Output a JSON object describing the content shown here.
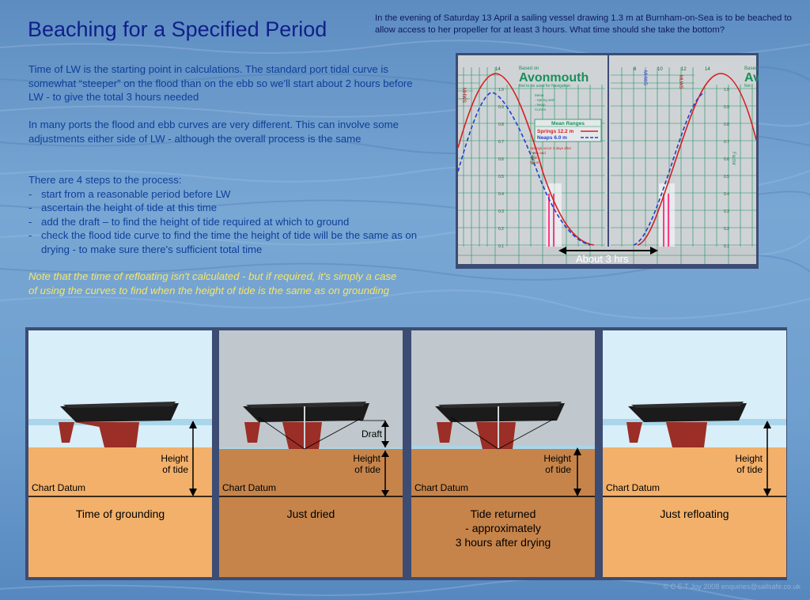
{
  "title": "Beaching for a Specified Period",
  "question": "In the evening of Saturday 13 April a sailing  vessel drawing 1.3 m at Burnham-on-Sea is to be beached to allow access to her propeller for at least 3 hours.   What time should she take the bottom?",
  "intro": [
    "Time of LW is the starting point in calculations.  The standard port tidal curve is  somewhat “steeper” on the flood than on the ebb so we'll start about 2 hours before LW - to give the total 3 hours needed",
    "In many ports the flood and ebb curves are very different.  This can involve some adjustments either side of LW - although the overall process is the same"
  ],
  "steps_heading": "There are 4 steps to the process:",
  "steps": [
    "start from a reasonable period before LW",
    "ascertain the height of tide at this time",
    "add the draft – to find the height of tide required at which to ground",
    "check the flood tide curve to find the time the height of tide will be the same as on drying - to make sure there's sufficient total time"
  ],
  "step_bullet": "-",
  "note": "Note that the time of refloating isn't calculated - but if required, it's simply a case of using the curves to find when the height of tide is the same as on grounding",
  "tidal_chart": {
    "based_on": "Based on",
    "port": "Avonmouth",
    "port_cut": "Av",
    "based_on_cut": "Based",
    "not_for_navigation": "Not to be used for Navigation",
    "not_cut": "Not f",
    "curves_legend": [
      "Mean",
      "- Spring and",
      "- Neap",
      "Curves"
    ],
    "mean_ranges_title": "Mean Ranges",
    "springs": "Springs 12.2 m",
    "neaps": "Neaps    6.0 m",
    "springs_note": [
      "Springs occur 2 days after",
      "- new and",
      "- full",
      "Moon"
    ],
    "factor_label": "Factor",
    "mhws_label": "MHWS",
    "mhws_label2": "MHWS",
    "mlws_label": "MLWS",
    "top_ticks_left": [
      "14"
    ],
    "top_ticks_right": [
      "8",
      "10",
      "12",
      "14"
    ],
    "factor_ticks": [
      "1.0",
      "0.9",
      "0.8",
      "0.7",
      "0.6",
      "0.5",
      "0.4",
      "0.3",
      "0.2",
      "0.1"
    ],
    "about_label": "About 3 hrs"
  },
  "panels": [
    {
      "caption": "Time of grounding",
      "height_label": "Height\nof tide",
      "datum": "Chart Datum"
    },
    {
      "caption": "Just dried",
      "height_label": "Height\nof tide",
      "draft_label": "Draft",
      "datum": "Chart Datum"
    },
    {
      "caption": "Tide returned\n- approximately\n3 hours after drying",
      "height_label": "Height\nof tide",
      "datum": "Chart Datum"
    },
    {
      "caption": "Just refloating",
      "height_label": "Height\nof tide",
      "datum": "Chart Datum"
    }
  ],
  "colors": {
    "sky_light": "#d8eef8",
    "sky_grey": "#c0c8cd",
    "sand": "#f2b06a",
    "sand_dark": "#c6844a",
    "hull": "#1b1b1b",
    "keel": "#9b2e26",
    "water_line": "#a9d6ea",
    "chart_grid": "#1a8f5a",
    "chart_bg": "#cfd3d6",
    "springs": "#d42020",
    "neaps": "#1f3fd0"
  },
  "copyright": "© C E T Joy 2008 enquiries@sailsafe.co.uk"
}
